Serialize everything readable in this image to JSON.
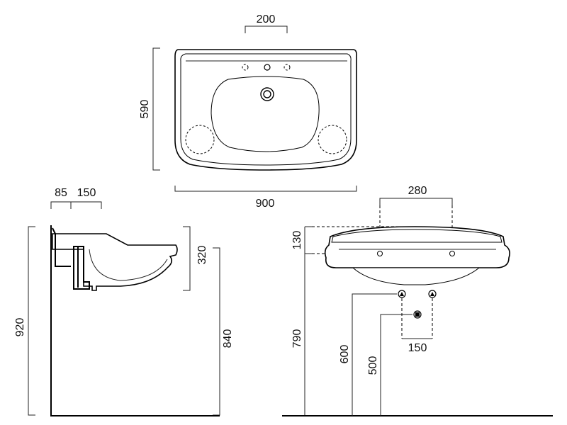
{
  "top_view": {
    "dim_top": "200",
    "dim_left": "590",
    "dim_bottom": "900"
  },
  "side_view": {
    "dim_top_a": "85",
    "dim_top_b": "150",
    "dim_left": "920",
    "dim_right_upper": "320",
    "dim_right_lower": "840"
  },
  "front_view": {
    "dim_top": "280",
    "dim_left_upper": "130",
    "dim_left_lower": "790",
    "dim_600": "600",
    "dim_500": "500",
    "dim_150": "150"
  }
}
